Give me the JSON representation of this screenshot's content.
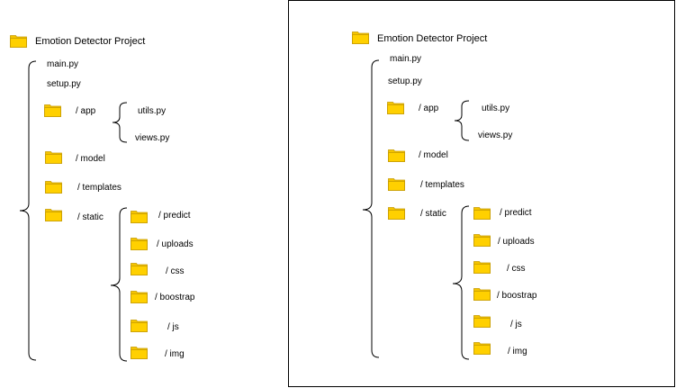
{
  "colors": {
    "folder_fill": "#FFD000",
    "folder_tab": "#F5C400",
    "folder_stroke": "#C59A00",
    "bracket": "#000000"
  },
  "icons": {
    "folder": "folder-icon"
  },
  "left": {
    "title": "Emotion Detector Project",
    "files": [
      "main.py",
      "setup.py"
    ],
    "folders": {
      "app": "/ app",
      "model": "/ model",
      "templates": "/ templates",
      "static": "/ static"
    },
    "app_children": [
      "utils.py",
      "views.py"
    ],
    "static_children": [
      "/ predict",
      "/ uploads",
      "/ css",
      "/ boostrap",
      "/ js",
      "/ img"
    ]
  },
  "right": {
    "title": "Emotion Detector Project",
    "files": [
      "main.py",
      "setup.py"
    ],
    "folders": {
      "app": "/ app",
      "model": "/ model",
      "templates": "/ templates",
      "static": "/ static"
    },
    "app_children": [
      "utils.py",
      "views.py"
    ],
    "static_children": [
      "/ predict",
      "/ uploads",
      "/ css",
      "/ boostrap",
      "/ js",
      "/ img"
    ]
  }
}
